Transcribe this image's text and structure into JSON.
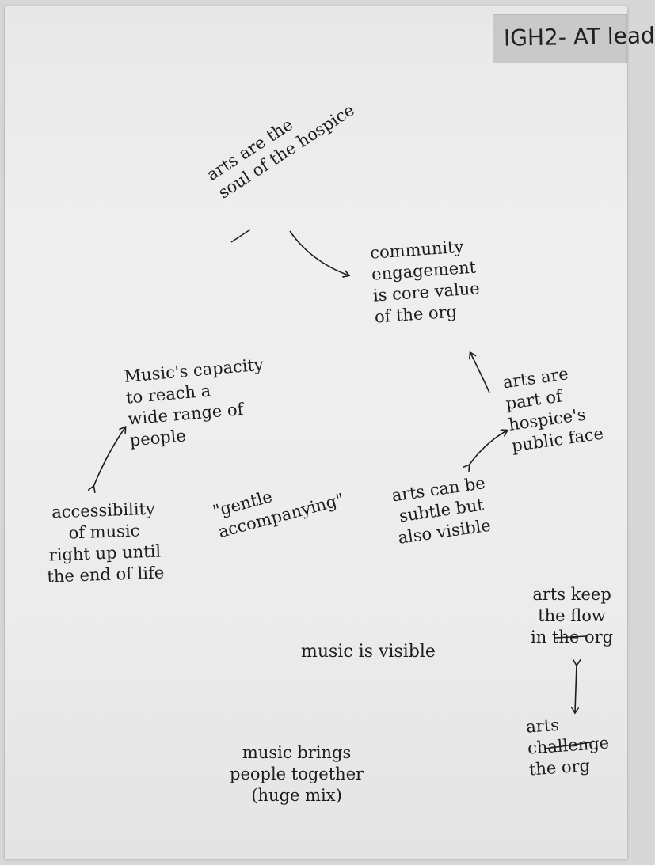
{
  "board": {
    "label": "IGH2- AT lead"
  },
  "notes": {
    "arts_soul": "arts are the\nsoul of the hospice",
    "community": "community\nengagement\nis core value\nof the org",
    "music_capacity": "Music's capacity\nto reach a\nwide range of\npeople",
    "arts_public_face": "arts are\npart of\nhospice's\npublic face",
    "gentle": "\"gentle\naccompanying\"",
    "accessibility": "accessibility\nof music\nright up until\nthe end of life",
    "arts_subtle": "arts can be\nsubtle but\nalso visible",
    "arts_flow": "arts keep\nthe flow\nin the org",
    "music_visible": "music is visible",
    "arts_challenge": "arts\nchallenge\nthe org",
    "music_brings": "music brings\npeople together\n(huge mix)"
  }
}
